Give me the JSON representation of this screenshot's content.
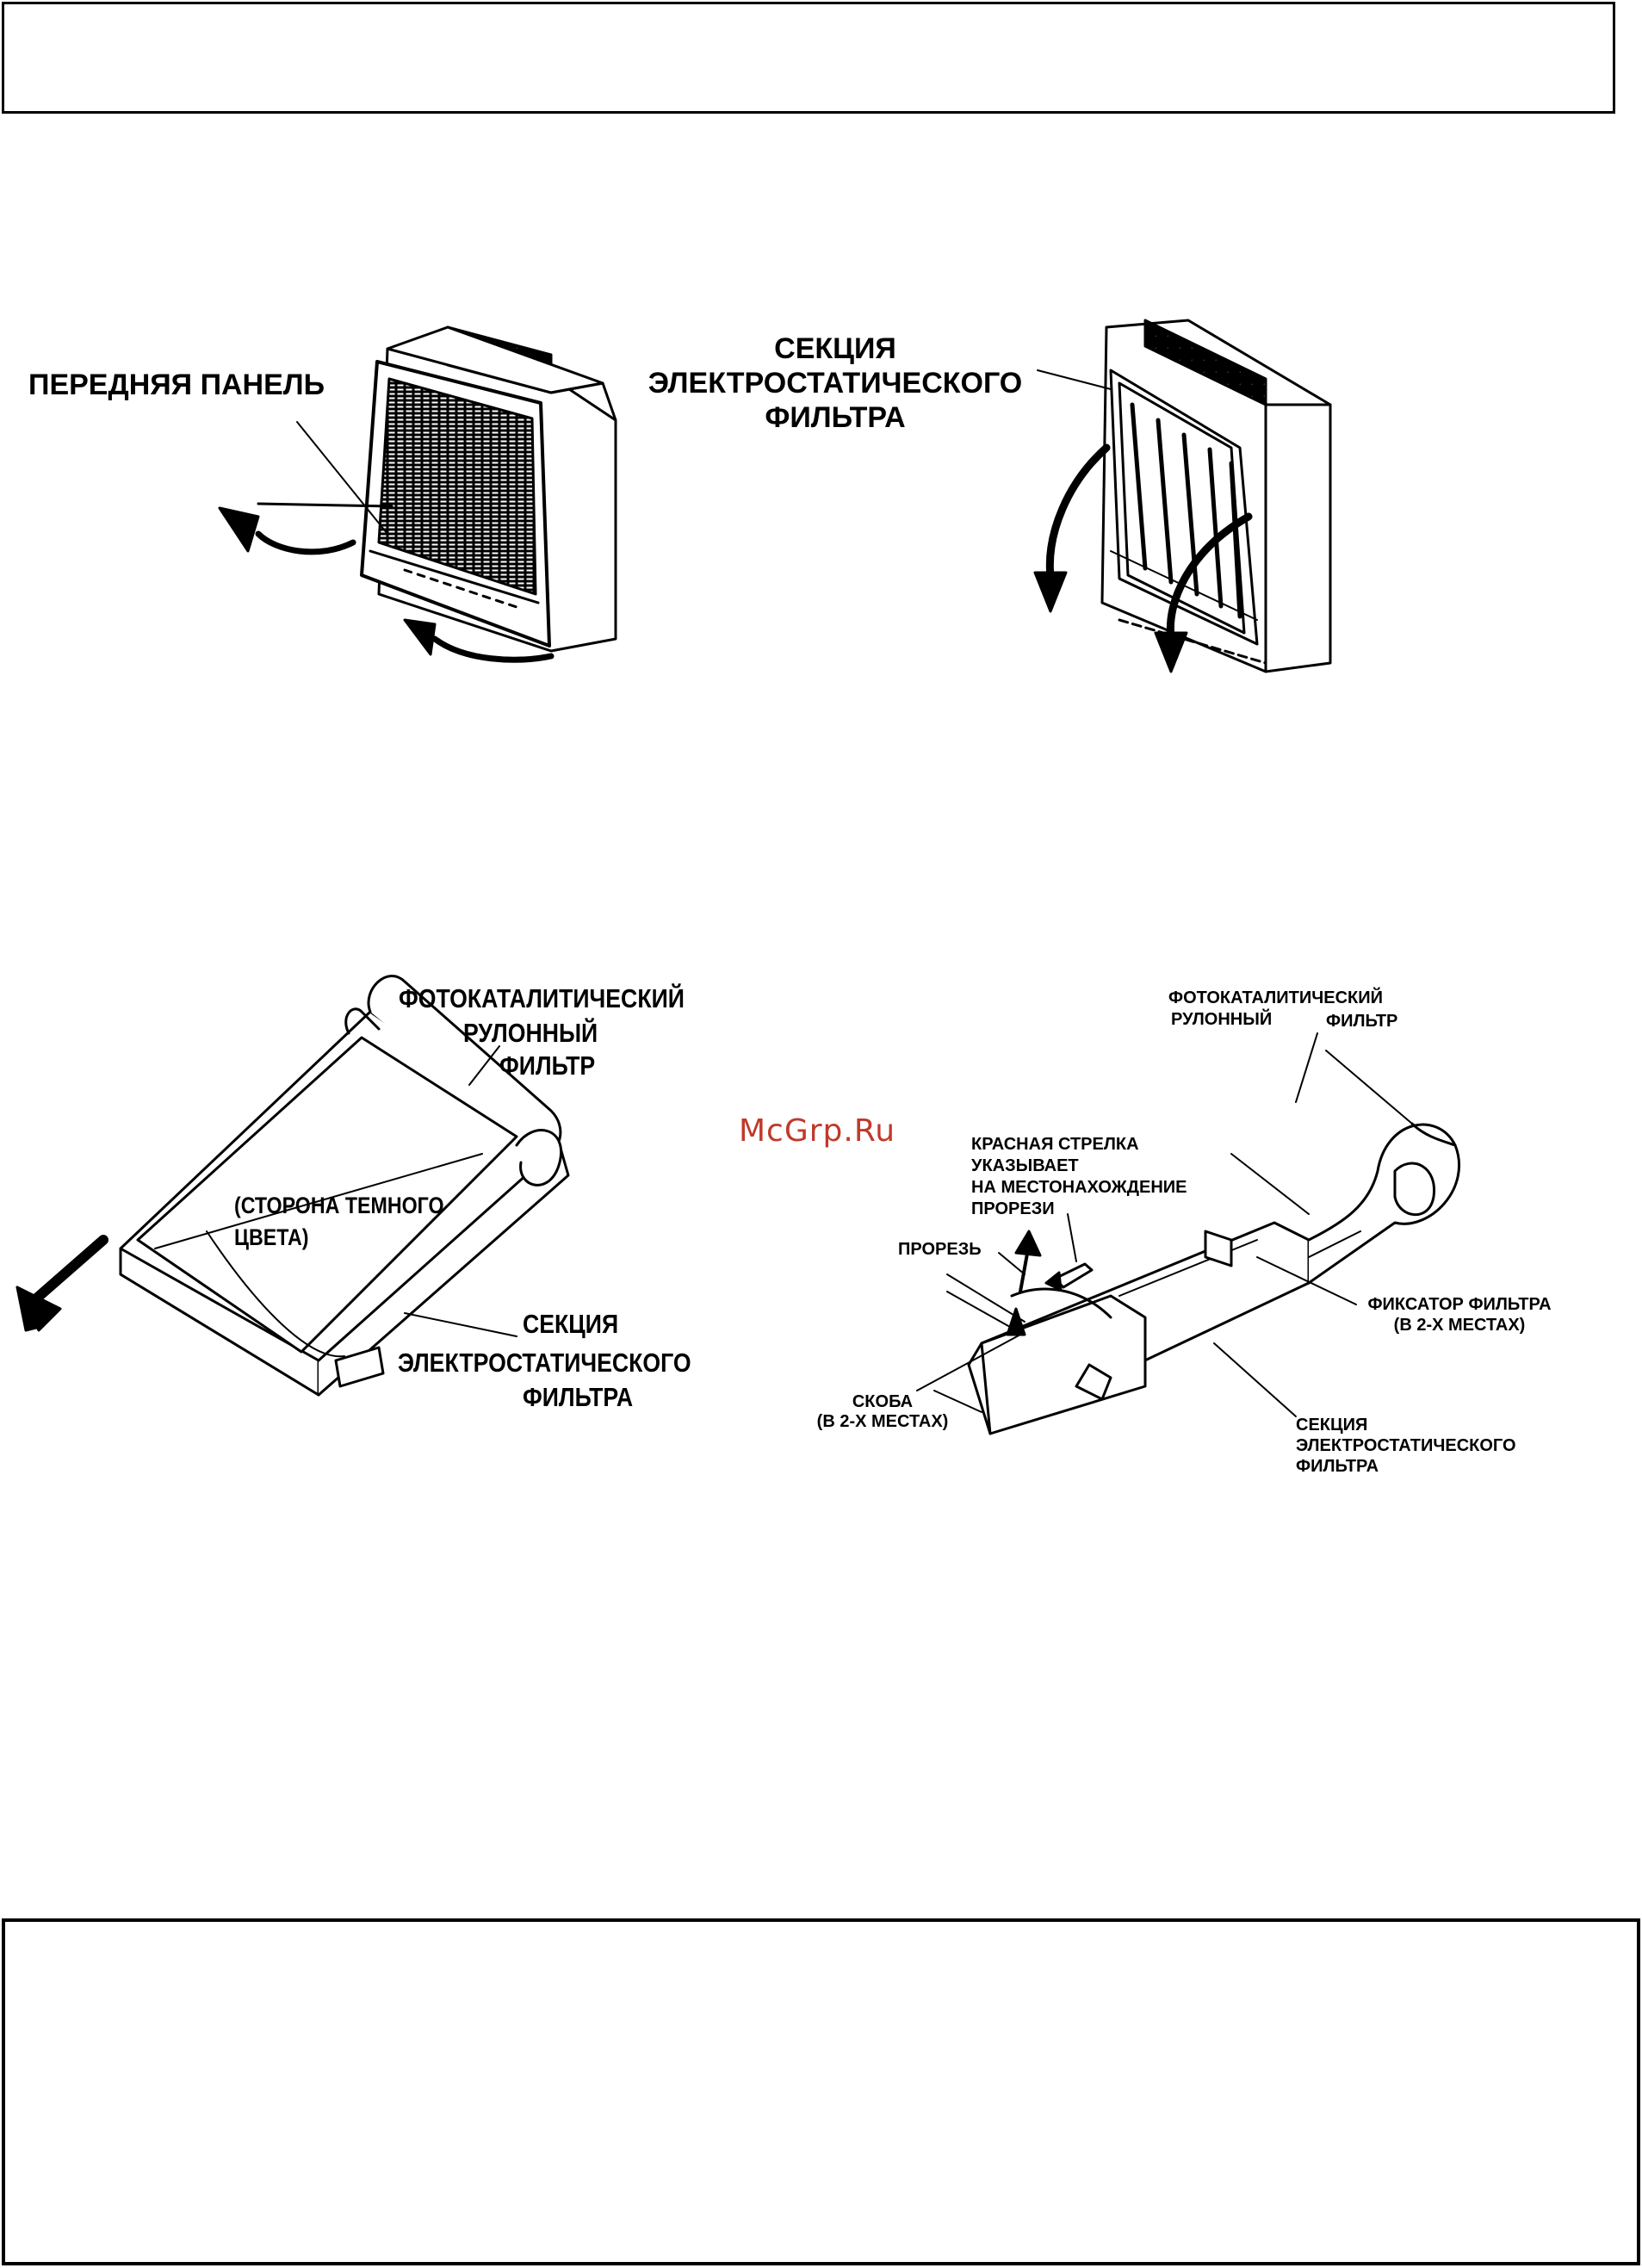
{
  "labels": {
    "front_panel": "ПЕРЕДНЯЯ ПАНЕЛЬ",
    "es_section_1": "СЕКЦИЯ",
    "es_section_2": "ЭЛЕКТРОСТАТИЧЕСКОГО",
    "es_section_3": "ФИЛЬТРА",
    "photo_roll_1": "ФОТОКАТАЛИТИЧЕСКИЙ",
    "photo_roll_2": "РУЛОННЫЙ",
    "photo_roll_3": "ФИЛЬТР",
    "dark_side_1": "(СТОРОНА ТЕМНОГО",
    "dark_side_2": "ЦВЕТА)",
    "sec_b_1": "СЕКЦИЯ",
    "sec_b_2": "ЭЛЕКТРОСТАТИЧЕСКОГО",
    "sec_b_3": "ФИЛЬТРА",
    "d_photo_1": "ФОТОКАТАЛИТИЧЕСКИЙ",
    "d_photo_2": "РУЛОННЫЙ",
    "d_photo_3": "ФИЛЬТР",
    "red_arrow_1": "КРАСНАЯ СТРЕЛКА",
    "red_arrow_2": "УКАЗЫВАЕТ",
    "red_arrow_3": "НА МЕСТОНАХОЖДЕНИЕ",
    "red_arrow_4": "ПРОРЕЗИ",
    "slot": "ПРОРЕЗЬ",
    "clip_1": "СКОБА",
    "clip_2": "(В 2-Х МЕСТАХ)",
    "retainer_1": "ФИКСАТОР ФИЛЬТРА",
    "retainer_2": "(В 2-Х МЕСТАХ)",
    "d_sec_1": "СЕКЦИЯ",
    "d_sec_2": "ЭЛЕКТРОСТАТИЧЕСКОГО",
    "d_sec_3": "ФИЛЬТРА"
  },
  "watermark": "McGrp.Ru",
  "colors": {
    "watermark": "#c0392b",
    "ink": "#000000"
  }
}
